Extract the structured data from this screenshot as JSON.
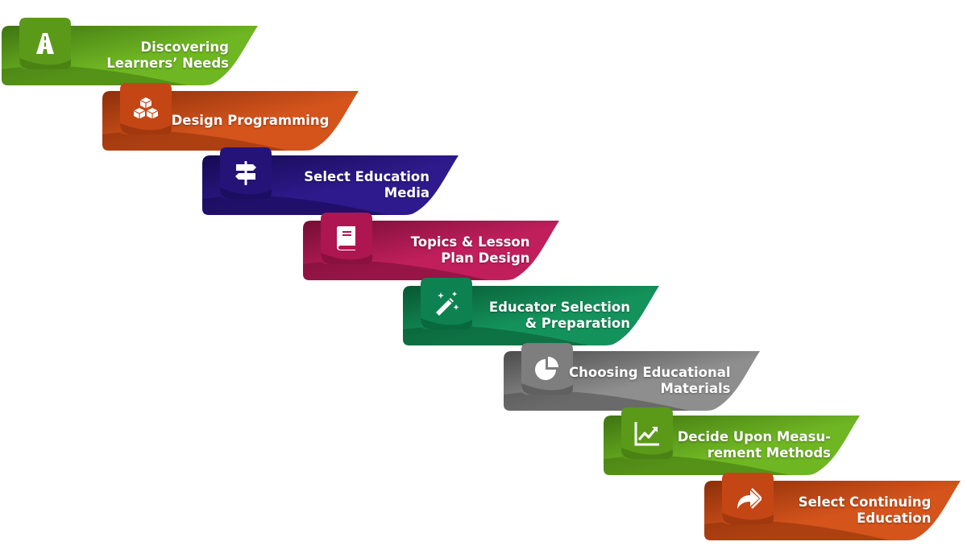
{
  "steps": [
    {
      "label": "Discovering\nLearners’ Needs",
      "icon": "road-icon",
      "color": "#6fb623",
      "dark": "#3f7411",
      "tile": "#5a9a18"
    },
    {
      "label": "Design Programming",
      "icon": "cubes-icon",
      "color": "#d4541c",
      "dark": "#8c2f0a",
      "tile": "#c44614"
    },
    {
      "label": "Select Education\nMedia",
      "icon": "signpost-icon",
      "color": "#2e1a8c",
      "dark": "#160a52",
      "tile": "#251378"
    },
    {
      "label": "Topics & Lesson\nPlan Design",
      "icon": "book-icon",
      "color": "#c01f5c",
      "dark": "#730d34",
      "tile": "#ad1650"
    },
    {
      "label": "Educator Selection\n& Preparation",
      "icon": "magic-wand-icon",
      "color": "#14925c",
      "dark": "#075832",
      "tile": "#0d8250"
    },
    {
      "label": "Choosing Educational\nMaterials",
      "icon": "pie-chart-icon",
      "color": "#8e8e8e",
      "dark": "#4c4c4c",
      "tile": "#7e7e7e"
    },
    {
      "label": "Decide Upon Measu-\nrement Methods",
      "icon": "line-chart-icon",
      "color": "#6fb623",
      "dark": "#3f7411",
      "tile": "#5a9a18"
    },
    {
      "label": "Select Continuing\nEducation",
      "icon": "share-arrow-icon",
      "color": "#d4541c",
      "dark": "#8c2f0a",
      "tile": "#c44614"
    }
  ]
}
